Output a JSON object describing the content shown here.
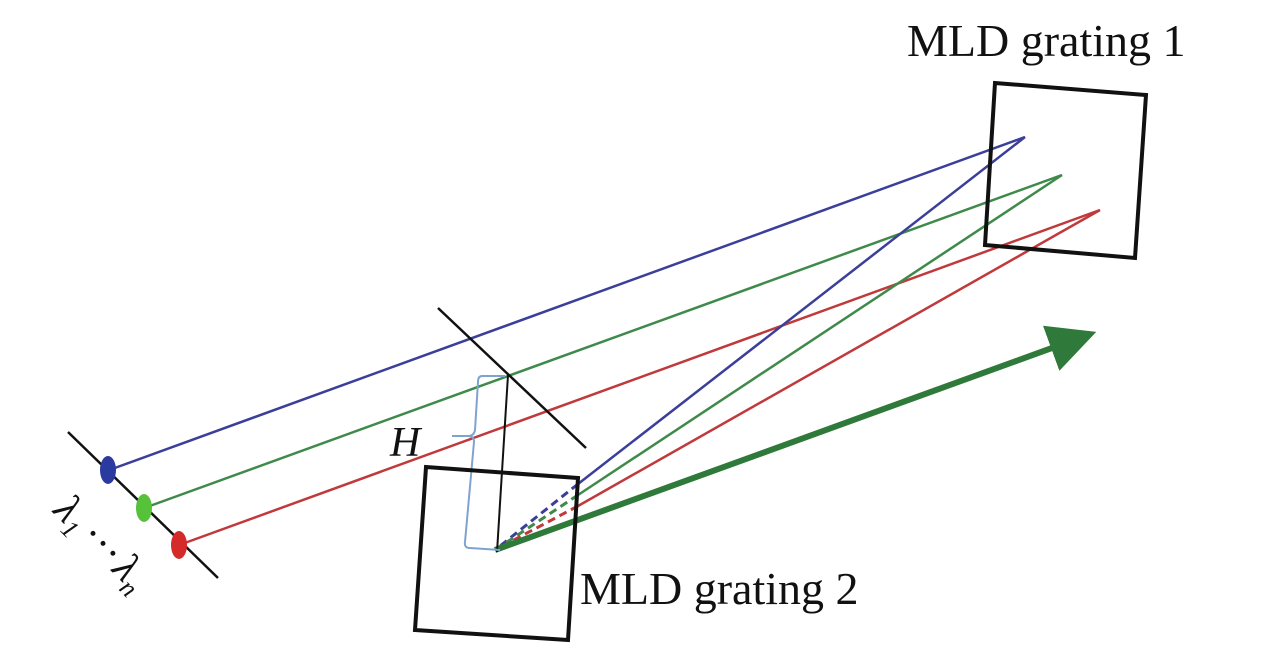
{
  "labels": {
    "grating1": "MLD grating 1",
    "grating2": "MLD grating 2",
    "height": "H",
    "lambda_first": "λ",
    "lambda_first_sub": "1",
    "ellipsis": "···",
    "lambda_last": "λ",
    "lambda_last_sub": "n"
  },
  "colors": {
    "blue": "#3b3f9a",
    "green": "#3f8a4a",
    "red": "#c0393b",
    "dot_blue": "#2b3a9e",
    "dot_green": "#55c23a",
    "dot_red": "#d42a2a",
    "arrow": "#2f7a3a",
    "bracket": "#7fa3cf"
  }
}
